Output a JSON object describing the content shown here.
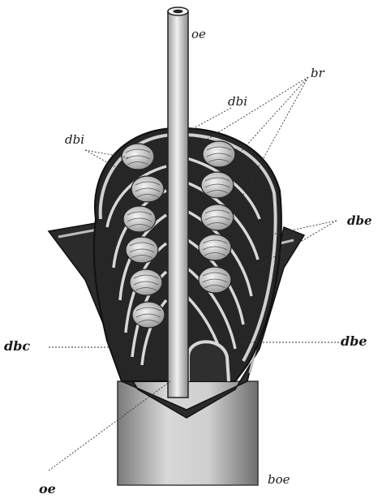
{
  "figure": {
    "labels": {
      "oe_top": "oe",
      "br": "br",
      "dbi_right": "dbi",
      "dbi_left": "dbi",
      "dbe_upper": "dbe",
      "dbc": "dbc",
      "dbe_lower": "dbe",
      "oe_bottom": "oe",
      "boe": "boe"
    }
  }
}
